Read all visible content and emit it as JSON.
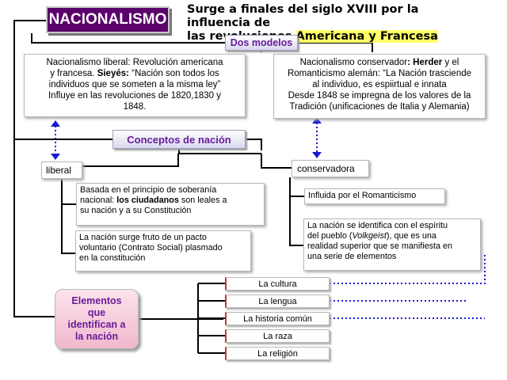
{
  "title": "NACIONALISMO",
  "header": {
    "line1": "Surge a finales del siglo XVIII por la influencia de",
    "line2_pre": "las revoluciones ",
    "line2_hl": "Americana y Francesa"
  },
  "dos_modelos": "Dos modelos",
  "liberal_model": {
    "l1": "Nacionalismo liberal: Revolución americana",
    "l2_pre": "y francesa. ",
    "l2_bold": "Sieyés:",
    "l2_post": " “Nación son todos los",
    "l3": "individuos que se someten a la misma ley”",
    "l4": "Influye en las revoluciones de 1820,1830 y",
    "l5": "1848."
  },
  "conservative_model": {
    "l1_pre": "Nacionalismo conservador",
    "l1_bold": ": Herder",
    "l1_post": " y el",
    "l2": "Romanticismo alemán: “La Nación trasciende",
    "l3": "al individuo, es espiirtual e innata",
    "l4": "Desde 1848 se impregna de los valores de la",
    "l5": "Tradición (unificaciones de Italia y Alemania)"
  },
  "conceptos": "Conceptos de nación",
  "liberal_label": "liberal",
  "conservadora_label": "conservadora",
  "basada": {
    "l1": "Basada en el principio de soberanía",
    "l2_pre": "nacional: ",
    "l2_bold": "los ciudadanos",
    "l2_post": " son leales a",
    "l3": "su nación y a su Constitución"
  },
  "nacion_surge": {
    "l1": "La nación surge fruto de un pacto",
    "l2": "voluntario (Contrato Social) plasmado",
    "l3": "en la constitución"
  },
  "influida": "Influida por el Romanticismo",
  "identifica": {
    "l1": "La nación se identifica con el espíritu",
    "l2_pre": "del pueblo (",
    "l2_it": "Volkgeist",
    "l2_post": "), que es una",
    "l3": "realidad superior que se manifiesta en",
    "l4": "una serie de elementos"
  },
  "elementos": {
    "l1": "Elementos",
    "l2": "que",
    "l3": "identifican a",
    "l4": "la nación"
  },
  "elements": [
    "La cultura",
    "La lengua",
    "La historia común",
    "La raza",
    "La religión"
  ],
  "colors": {
    "title_bg": "#5b006b",
    "accent_text": "#6a1b9a",
    "dotted_link": "#1a1ad6",
    "highlight": "#ffff66"
  }
}
